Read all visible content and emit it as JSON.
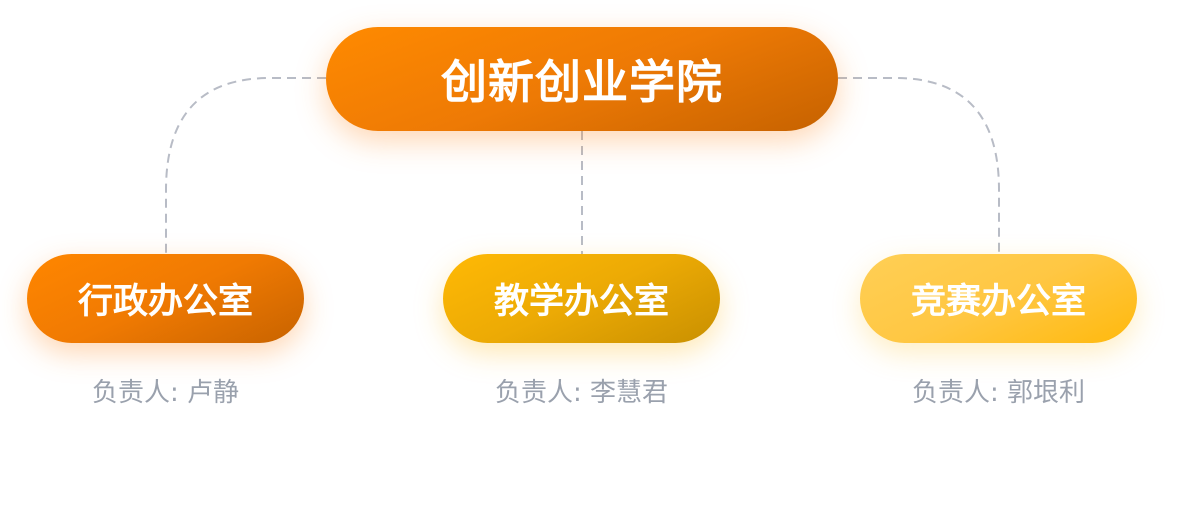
{
  "root": {
    "title": "创新创业学院"
  },
  "departments": [
    {
      "name": "行政办公室",
      "leader_prefix": "负责人:",
      "leader": "卢静"
    },
    {
      "name": "教学办公室",
      "leader_prefix": "负责人:",
      "leader": "李慧君"
    },
    {
      "name": "竞赛办公室",
      "leader_prefix": "负责人:",
      "leader": "郭垠利"
    }
  ],
  "colors": {
    "connector": "#b8bcc6",
    "label": "#9aa1ad"
  }
}
